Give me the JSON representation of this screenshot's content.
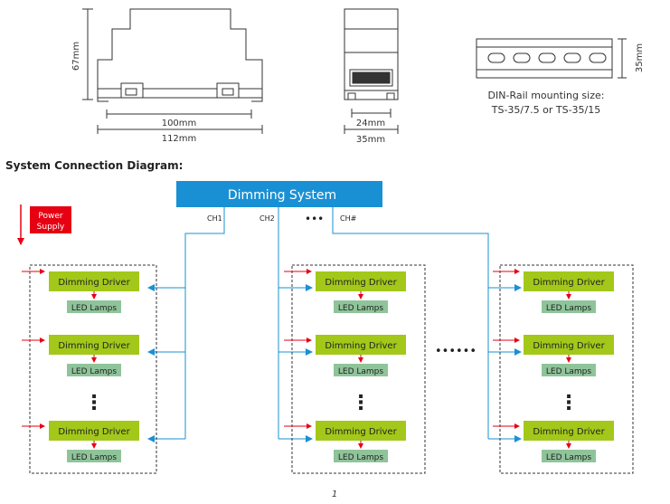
{
  "dimensions": {
    "height_label": "67mm",
    "width_inner_label": "100mm",
    "width_outer_label": "112mm",
    "side_inner_label": "24mm",
    "side_outer_label": "35mm",
    "rail_height_label": "35mm",
    "rail_caption_line1": "DIN-Rail mounting size:",
    "rail_caption_line2": "TS-35/7.5 or TS-35/15"
  },
  "diagram": {
    "section_title": "System Connection Diagram:",
    "system_label": "Dimming System",
    "power_supply_line1": "Power",
    "power_supply_line2": "Supply",
    "channels": [
      "CH1",
      "CH2",
      "CH#"
    ],
    "channel_ellipsis": "•••",
    "group_ellipsis": "••••••",
    "vertical_ellipsis": "⋮",
    "driver_label": "Dimming Driver",
    "lamp_label": "LED Lamps",
    "colors": {
      "system_blue": "#1a90d4",
      "driver_green": "#a3c81a",
      "lamp_green": "#8fc49a",
      "power_red": "#e60012",
      "signal_blue": "#1a90d4",
      "line_gray": "#333333"
    }
  },
  "page_number": "1"
}
